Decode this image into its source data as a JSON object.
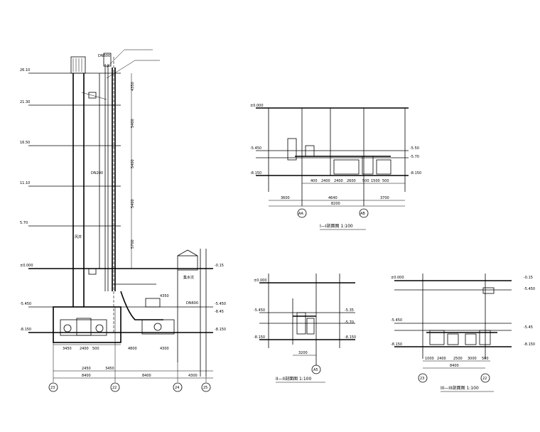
{
  "main_section": {
    "elevations": [
      "26.10",
      "21.30",
      "16.50",
      "11.10",
      "5.70",
      "±0.000",
      "-5.450",
      "-8.150"
    ],
    "right_elevations": [
      "-0.15",
      "-5.450",
      "-8.150",
      "-8.45"
    ],
    "floor_heights": [
      "4350",
      "5400",
      "5400",
      "5400",
      "5700"
    ],
    "riser_label": "DN200",
    "room_label": "风井",
    "bottom_dims": [
      "2450",
      "3450",
      "8400",
      "8400",
      "4300"
    ],
    "lower_dims": [
      "3450",
      "2400",
      "500",
      "4800",
      "4300",
      "4350",
      "DN600"
    ],
    "axis_labels": [
      "23",
      "22",
      "24",
      "25"
    ],
    "equipment_label": "集水坑"
  },
  "section_1": {
    "title": "I—I剖面图 1:100",
    "elevations": [
      "±0.000",
      "-5.450",
      "-8.150"
    ],
    "right_elevations": [
      "-5.50",
      "-5.70",
      "-8.150"
    ],
    "dims": [
      "400",
      "2400",
      "2400",
      "2600",
      "500",
      "1500",
      "500"
    ],
    "bottom_dims": [
      "3600",
      "4640",
      "3700"
    ],
    "total": "8200",
    "axis_labels": [
      "AA",
      "AB"
    ]
  },
  "section_2": {
    "title": "II—II剖面图 1:100",
    "elevations": [
      "±0.000",
      "-5.450",
      "-8.150"
    ],
    "right_elevations": [
      "-5.35",
      "-5.70",
      "-8.150"
    ],
    "total": "3200",
    "axis_labels": [
      "A5"
    ]
  },
  "section_3": {
    "title": "III—III剖面图 1:100",
    "elevations": [
      "±0.000",
      "-5.450",
      "-8.150"
    ],
    "right_elevations": [
      "-0.15",
      "-5.450",
      "-5.45",
      "-8.150"
    ],
    "dims": [
      "1000",
      "2400",
      "2500",
      "3000",
      "500"
    ],
    "total": "8400",
    "axis_labels": [
      "23",
      "22"
    ]
  }
}
